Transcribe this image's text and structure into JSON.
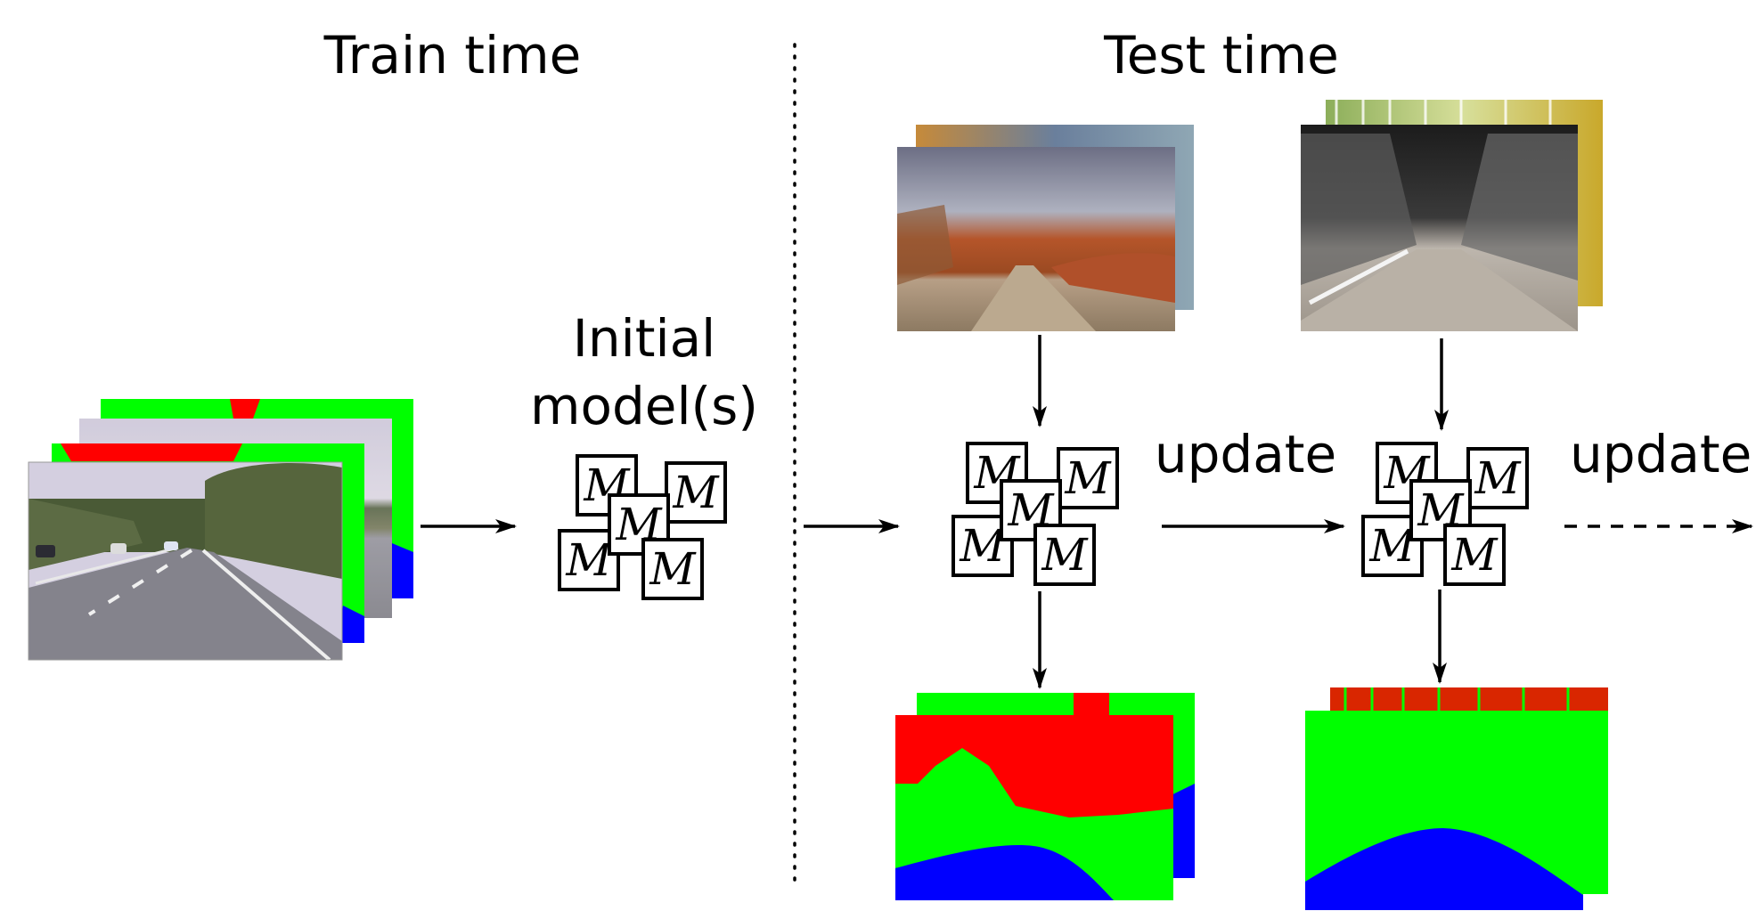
{
  "sections": {
    "train": "Train time",
    "test": "Test time"
  },
  "initial_model": {
    "line1": "Initial",
    "line2": "model(s)"
  },
  "update_labels": [
    "update",
    "update"
  ],
  "model_glyph": "M",
  "colors": {
    "background": "#ffffff",
    "ink": "#000000",
    "class_red": "#ff0000",
    "class_green": "#00ff00",
    "class_blue": "#0000ff"
  },
  "icons": [
    "model-ensemble-icon",
    "arrow-icon",
    "dashed-arrow-icon"
  ]
}
